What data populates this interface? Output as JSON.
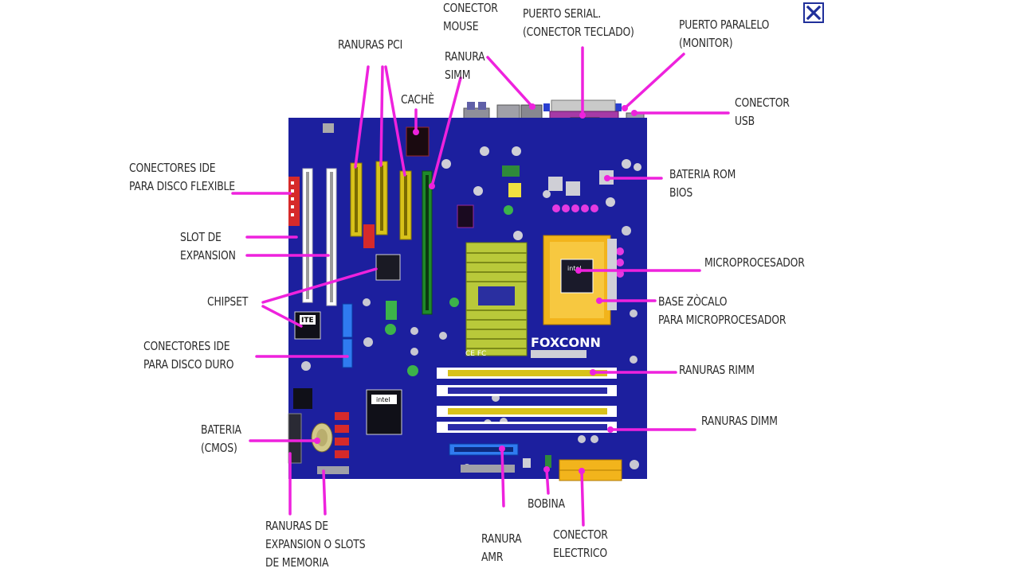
{
  "labels": {
    "conector_mouse": [
      "CONECTOR",
      "MOUSE"
    ],
    "puerto_serial": [
      "PUERTO SERIAL.",
      "(CONECTOR TECLADO)"
    ],
    "puerto_paralelo": [
      "PUERTO PARALELO",
      "(MONITOR)"
    ],
    "ranuras_pci": [
      "RANURAS PCI"
    ],
    "ranura_simm": [
      "RANURA",
      "SIMM"
    ],
    "cache": [
      "CACHÈ"
    ],
    "conector_usb": [
      "CONECTOR",
      "USB"
    ],
    "conectores_ide_flexible": [
      "CONECTORES IDE",
      "PARA DISCO FLEXIBLE"
    ],
    "bateria_rom": [
      "BATERIA ROM",
      "BIOS"
    ],
    "slot_expansion": [
      "SLOT DE",
      "EXPANSION"
    ],
    "microprocesador": [
      "MICROPROCESADOR"
    ],
    "chipset": [
      "CHIPSET"
    ],
    "base_zocalo": [
      "BASE ZÒCALO",
      "PARA MICROPROCESADOR"
    ],
    "conectores_ide_duro": [
      "CONECTORES IDE",
      "PARA DISCO DURO"
    ],
    "ranuras_rimm": [
      "RANURAS RIMM"
    ],
    "ranuras_dimm": [
      "RANURAS DIMM"
    ],
    "bateria_cmos": [
      "BATERIA",
      "(CMOS)"
    ],
    "bobina": [
      "BOBINA"
    ],
    "ranuras_expansion_slots": [
      "RANURAS DE",
      "EXPANSION O SLOTS",
      "DE MEMORIA"
    ],
    "ranura_amr": [
      "RANURA",
      "AMR"
    ],
    "conector_electrico": [
      "CONECTOR",
      "ELECTRICO"
    ]
  },
  "board_text": {
    "brand": "FOXCONN",
    "intel1": "intel",
    "intel2": "intel",
    "ite": "ITE",
    "ce_mark": "CE FC"
  },
  "icons": {
    "close": "close-x-icon"
  },
  "colors": {
    "board": "#1c1f9e",
    "pointer": "#ee22dd",
    "label_text": "#2b2b2b",
    "slot_yellow": "#d8c21a",
    "cpu_socket": "#f2b41c",
    "heatsink": "#b9c93a"
  }
}
